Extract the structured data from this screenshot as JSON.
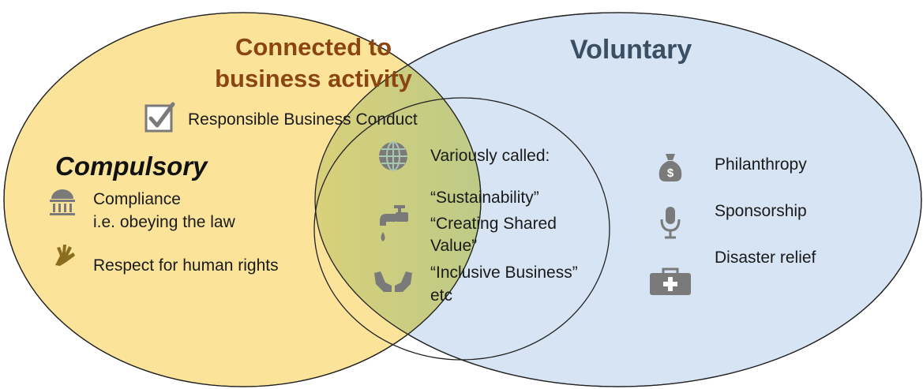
{
  "diagram": {
    "left_circle": {
      "title": "Compulsory",
      "items": [
        {
          "icon": "government-building-icon",
          "lines": [
            "Compliance",
            "i.e. obeying the law"
          ]
        },
        {
          "icon": "raised-hand-icon",
          "lines": [
            "Respect for human rights"
          ]
        }
      ],
      "fill_color": "#fbe49a"
    },
    "connected": {
      "title_lines": [
        "Connected to",
        "business activity"
      ],
      "checked_item": "Responsible Business Conduct",
      "icon": "checkbox-checked-icon",
      "title_color": "#8b4513"
    },
    "overlap": {
      "items": [
        {
          "icon": "globe-icon",
          "text": "Variously called:"
        },
        {
          "icon": "faucet-icon",
          "text": "“Sustainability”"
        },
        {
          "icon": "faucet-icon",
          "text": "“Creating Shared"
        },
        {
          "icon": "faucet-icon",
          "text": "Value”"
        },
        {
          "icon": "helping-hands-icon",
          "text": "“Inclusive Business”"
        },
        {
          "icon": "helping-hands-icon",
          "text": "etc"
        }
      ],
      "fill_color": "#8fc3a4"
    },
    "right_circle": {
      "title": "Voluntary",
      "items": [
        {
          "icon": "money-bag-icon",
          "text": "Philanthropy"
        },
        {
          "icon": "microphone-icon",
          "text": "Sponsorship"
        },
        {
          "icon": "first-aid-kit-icon",
          "text": "Disaster relief"
        }
      ],
      "fill_color": "#d6e4f3",
      "title_color": "#3a4f64"
    }
  }
}
